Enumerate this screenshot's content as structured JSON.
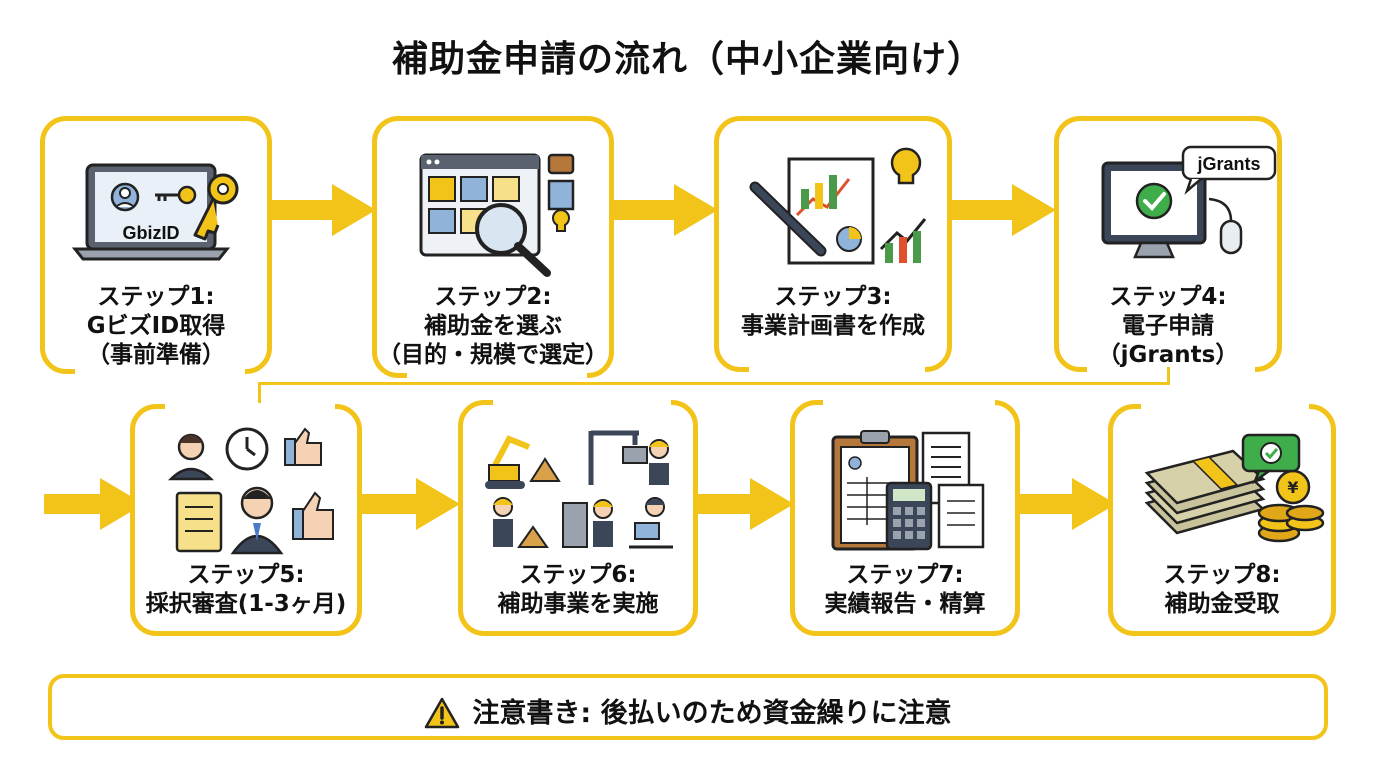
{
  "title": "補助金申請の流れ（中小企業向け）",
  "colors": {
    "accent": "#f2c318",
    "text": "#111111"
  },
  "steps": [
    {
      "lines": [
        "ステップ1:",
        "GビズID取得",
        "（事前準備）"
      ],
      "icon_text": "GbizID",
      "icon": "laptop-key-icon"
    },
    {
      "lines": [
        "ステップ2:",
        "補助金を選ぶ",
        "（目的・規模で選定）"
      ],
      "icon": "browser-magnifier-icon"
    },
    {
      "lines": [
        "ステップ3:",
        "事業計画書を作成"
      ],
      "icon": "business-plan-icon"
    },
    {
      "lines": [
        "ステップ4:",
        "電子申請",
        "（jGrants）"
      ],
      "icon_text": "jGrants",
      "icon": "computer-check-icon"
    },
    {
      "lines": [
        "ステップ5:",
        "採択審査(1-3ヶ月)"
      ],
      "icon": "review-icon"
    },
    {
      "lines": [
        "ステップ6:",
        "補助事業を実施"
      ],
      "icon": "construction-work-icon"
    },
    {
      "lines": [
        "ステップ7:",
        "実績報告・精算"
      ],
      "icon": "report-calculator-icon"
    },
    {
      "lines": [
        "ステップ8:",
        "補助金受取"
      ],
      "icon": "money-receive-icon"
    }
  ],
  "notice": {
    "text": "注意書き: 後払いのため資金繰りに注意",
    "icon": "warning-icon"
  }
}
